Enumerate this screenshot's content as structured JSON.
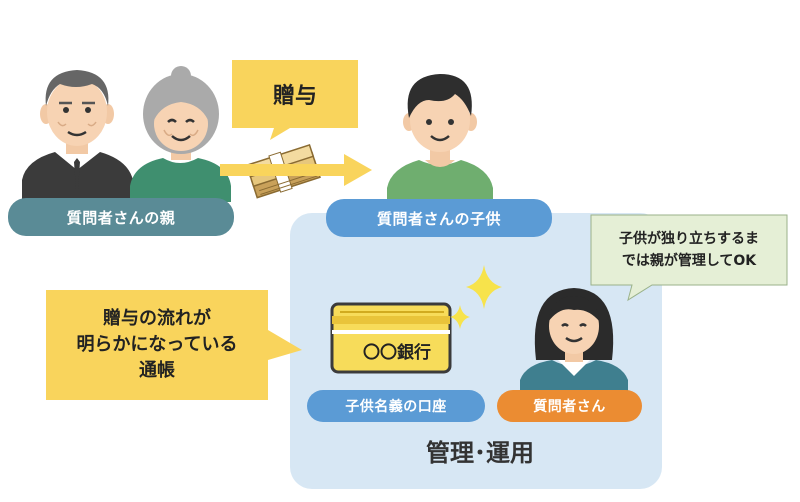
{
  "labels": {
    "gift": "贈与",
    "parents": "質問者さんの親",
    "child": "質問者さんの子供",
    "manage_note_line1": "子供が独り立ちするま",
    "manage_note_line2": "では親が管理してOK",
    "note_line1": "贈与の流れが",
    "note_line2": "明らかになっている",
    "note_line3": "通帳",
    "bank_name": "〇〇銀行",
    "child_account": "子供名義の口座",
    "asker": "質問者さん",
    "manage": "管理･運用"
  },
  "colors": {
    "panel_blue": "#d7e7f4",
    "pill_blue": "#5b9bd5",
    "pill_teal": "#5a8b96",
    "pill_orange": "#eb8c32",
    "callout_yellow": "#f9d45c",
    "callout_green": "#e5efd6",
    "sparkle_yellow": "#f7e34b"
  },
  "icons": {
    "father": "father-icon",
    "mother": "grandmother-icon",
    "money": "money-bundle-icon",
    "arrow": "arrow-right-icon",
    "child": "child-person-icon",
    "asker": "woman-person-icon",
    "passbook": "passbook-icon",
    "sparkle": "sparkle-icon"
  }
}
